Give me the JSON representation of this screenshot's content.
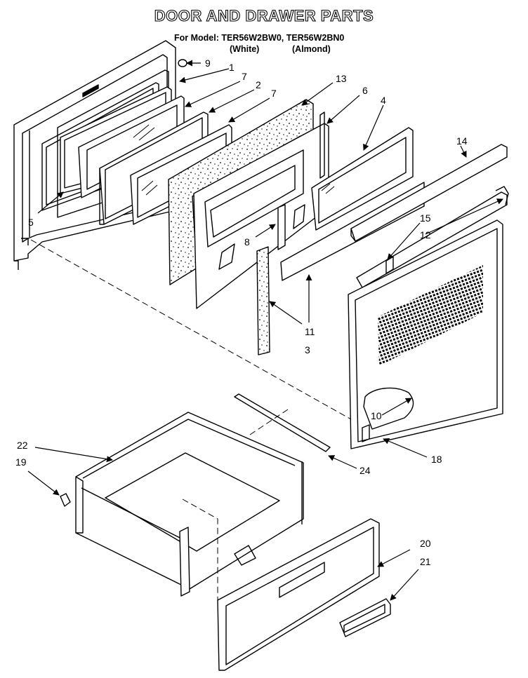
{
  "header": {
    "title": "DOOR AND DRAWER PARTS",
    "model_line": "For Model: TER56W2BW0, TER56W2BN0",
    "variant_white": "(White)",
    "variant_almond": "(Almond)"
  },
  "callouts": {
    "c1": "1",
    "c2": "2",
    "c3": "3",
    "c4": "4",
    "c5": "5",
    "c6": "6",
    "c7a": "7",
    "c7b": "7",
    "c8": "8",
    "c9": "9",
    "c10": "10",
    "c11": "11",
    "c12": "12",
    "c13": "13",
    "c14": "14",
    "c15": "15",
    "c18": "18",
    "c19": "19",
    "c20": "20",
    "c21": "21",
    "c22": "22",
    "c24": "24"
  }
}
